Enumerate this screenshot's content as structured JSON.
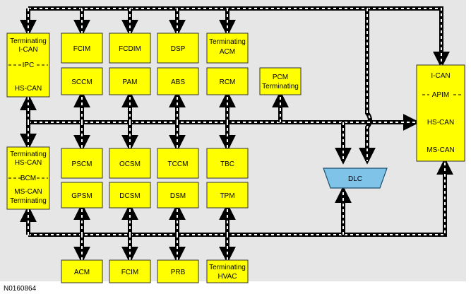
{
  "figure_id": "N0160864",
  "colors": {
    "background": "#e6e6e6",
    "module_fill": "#ffff00",
    "module_stroke": "#333333",
    "dlc_fill": "#7fc4e8",
    "bus": "#000000",
    "bus_dash": "#ffffff"
  },
  "modules": {
    "ipc": {
      "top": "Terminating",
      "top2": "I-CAN",
      "mid": "IPC",
      "bottom": "HS-CAN"
    },
    "fcim_top": "FCIM",
    "fcdim": "FCDIM",
    "dsp": "DSP",
    "acm_top": {
      "line1": "Terminating",
      "line2": "ACM"
    },
    "sccm": "SCCM",
    "pam": "PAM",
    "abs": "ABS",
    "rcm": "RCM",
    "pcm": {
      "line1": "PCM",
      "line2": "Terminating"
    },
    "apim": {
      "top": "I-CAN",
      "mid": "APIM",
      "hs": "HS-CAN",
      "ms": "MS-CAN"
    },
    "bcm": {
      "line1": "Terminating",
      "line2": "HS-CAN",
      "mid": "BCM",
      "line3": "MS-CAN",
      "line4": "Terminating"
    },
    "pscm": "PSCM",
    "ocsm": "OCSM",
    "tccm": "TCCM",
    "tbc": "TBC",
    "gpsm": "GPSM",
    "dcsm": "DCSM",
    "dsm": "DSM",
    "tpm": "TPM",
    "dlc": "DLC",
    "acm_bottom": "ACM",
    "fcim_bottom": "FCIM",
    "prb": "PRB",
    "hvac": {
      "line1": "Terminating",
      "line2": "HVAC"
    }
  }
}
